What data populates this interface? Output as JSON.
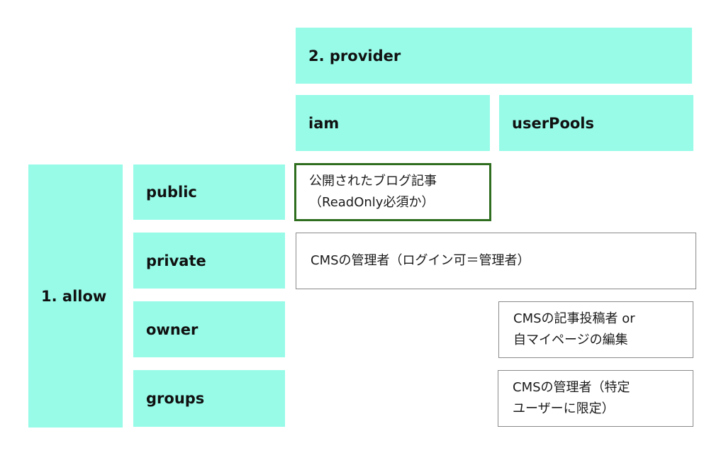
{
  "provider": {
    "header": "2. provider",
    "columns": [
      "iam",
      "userPools"
    ]
  },
  "allow": {
    "header": "1. allow",
    "rows": [
      "public",
      "private",
      "owner",
      "groups"
    ]
  },
  "notes": {
    "public_iam": [
      "公開されたブログ記事",
      "（ReadOnly必須か）"
    ],
    "private": [
      "CMSの管理者（ログイン可＝管理者）"
    ],
    "owner_userpools": [
      "CMSの記事投稿者 or",
      "自マイページの編集"
    ],
    "groups_userpools": [
      "CMSの管理者（特定",
      "ユーザーに限定）"
    ]
  },
  "colors": {
    "cell_fill": "#97fbe8",
    "highlight_border": "#2f6e1f",
    "note_border": "#8a8a8a"
  }
}
